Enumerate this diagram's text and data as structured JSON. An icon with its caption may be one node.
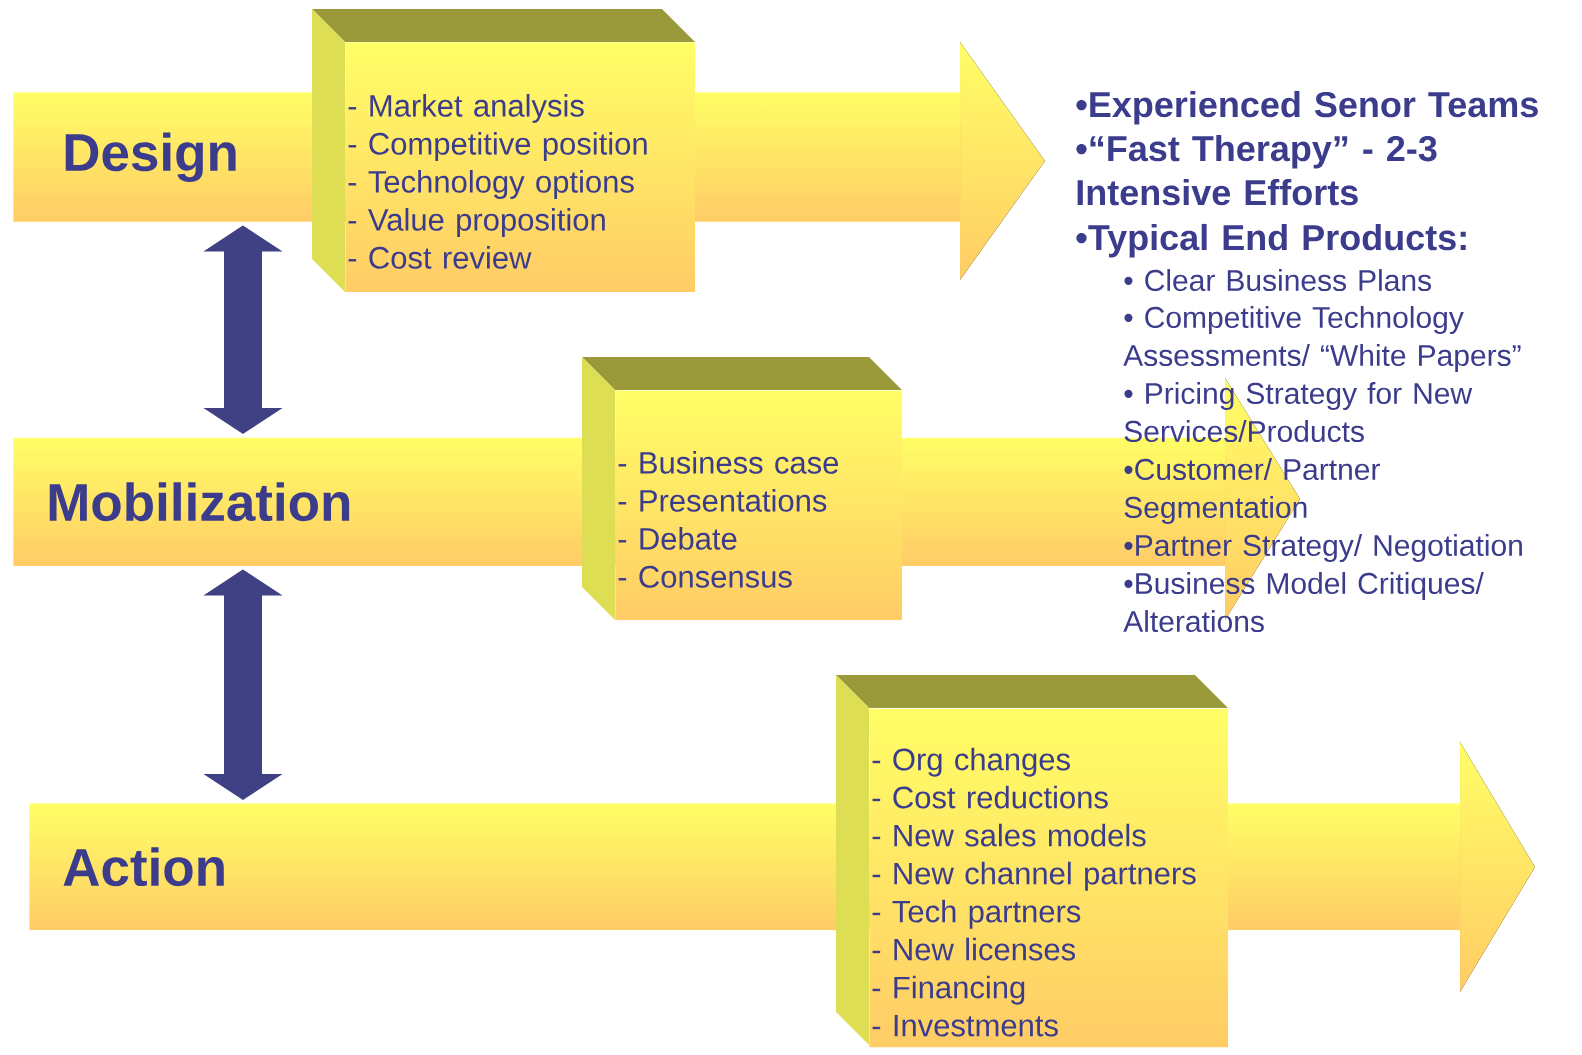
{
  "diagram": {
    "nodes": [
      {
        "text": [
          "Design"
        ]
      },
      {
        "text": [
          "- Market analysis",
          "- Competitive position",
          "- Technology options",
          "- Value proposition",
          "- Cost review"
        ]
      },
      {
        "text": [
          "Mobilization"
        ]
      },
      {
        "text": [
          "- Business case",
          "- Presentations",
          "- Debate",
          "- Consensus"
        ]
      },
      {
        "text": [
          "Action"
        ]
      },
      {
        "text": [
          "- Org  changes",
          "- Cost  reductions",
          "- New sales models",
          "- New channel partners",
          "- Tech partners",
          "- New licenses",
          "- Financing",
          "- Investments"
        ]
      }
    ],
    "edges": [
      {
        "from": 0,
        "to": 2,
        "arrow": "both"
      },
      {
        "from": 2,
        "to": 4,
        "arrow": "both"
      }
    ],
    "labels": [
      "•Experienced Senor Teams",
      "•“Fast Therapy” - 2-3 Intensive Efforts",
      "•Typical End Products:",
      "• Clear  Business Plans",
      "• Competitive Technology Assessments/ “White Papers”",
      "• Pricing  Strategy for New Services/Products",
      "•Customer/ Partner Segmentation",
      "•Partner Strategy/ Negotiation",
      "•Business Model Critiques/ Alterations"
    ]
  }
}
